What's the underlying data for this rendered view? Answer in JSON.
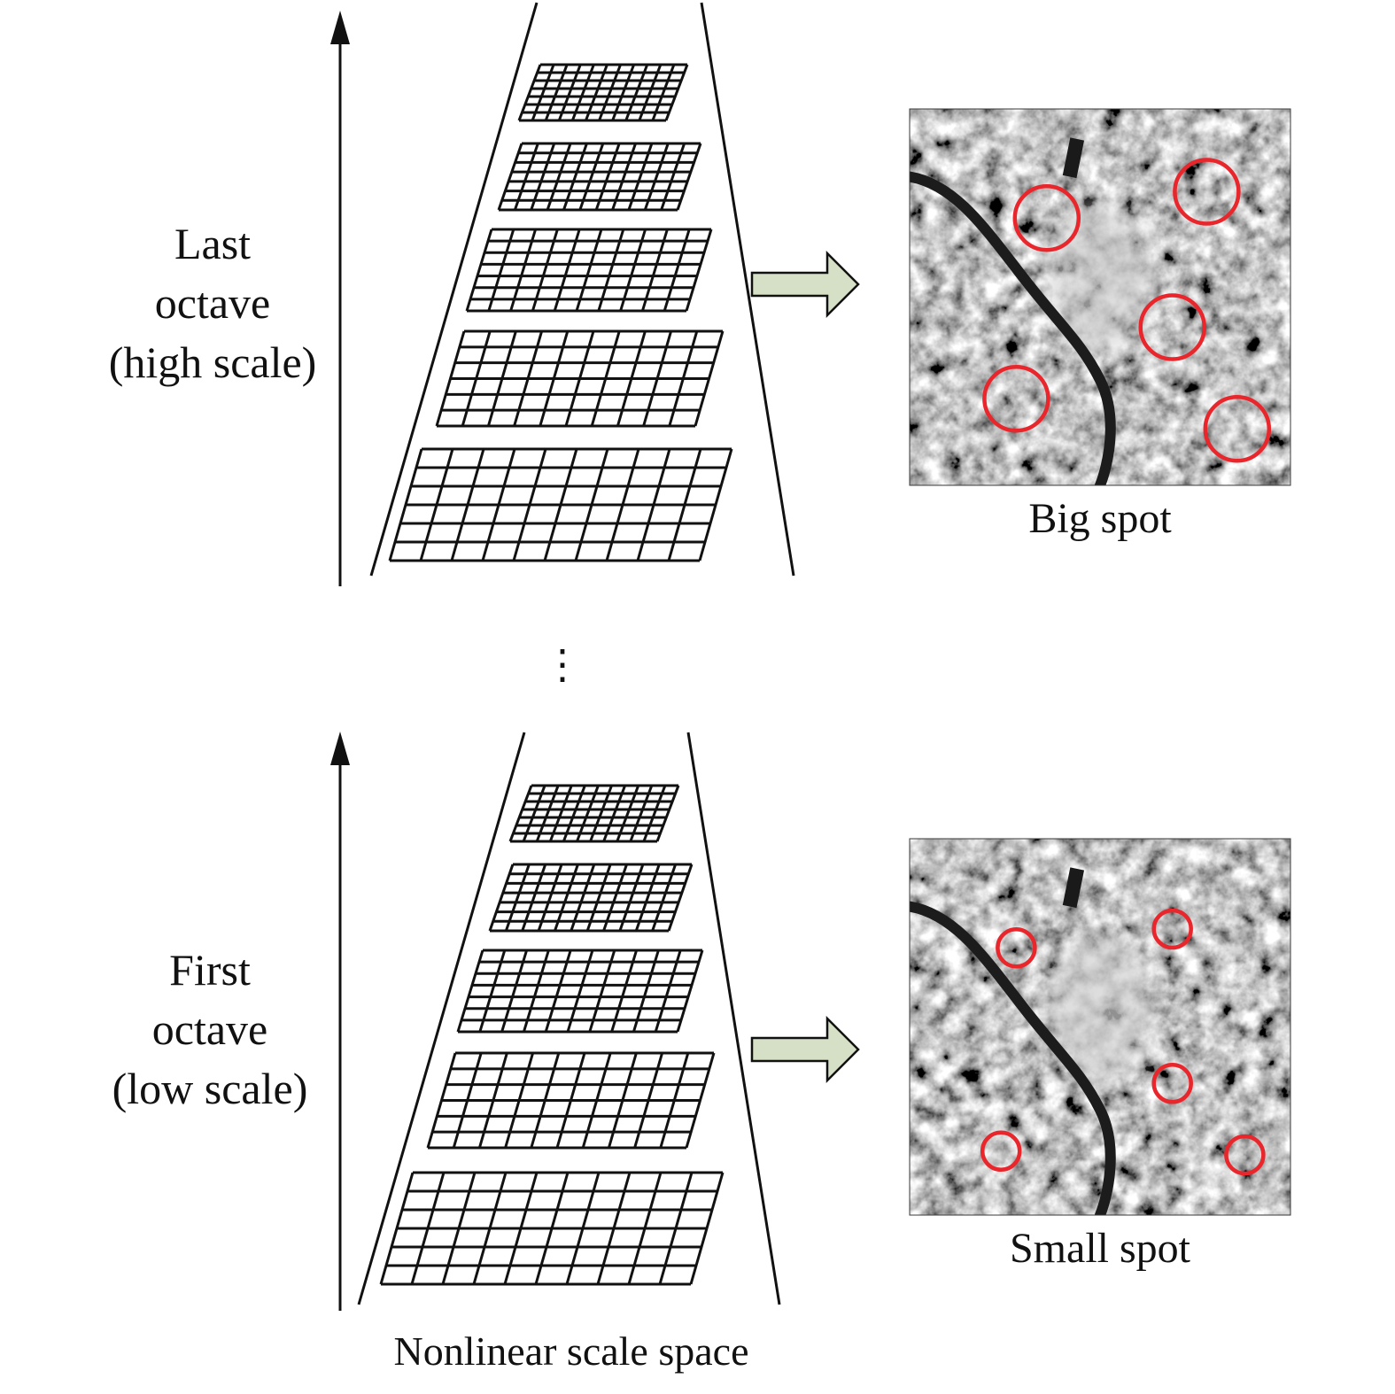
{
  "top": {
    "label_lines": [
      "Last",
      "octave",
      "(high scale)"
    ],
    "image_caption": "Big spot",
    "spot_circle_scale": "big"
  },
  "bottom": {
    "label_lines": [
      "First",
      "octave",
      "(low scale)"
    ],
    "image_caption": "Small spot",
    "spot_circle_scale": "small"
  },
  "ellipsis": "⋮",
  "footer_label": "Nonlinear scale space",
  "colors": {
    "line": "#111111",
    "arrow_fill": "#d6e0c6",
    "arrow_stroke": "#111111",
    "circle": "#e8262b",
    "image_dark": "#2a2a2a"
  },
  "icons": [
    "up-arrow-icon",
    "right-arrow-icon",
    "grid-layer-icon"
  ]
}
